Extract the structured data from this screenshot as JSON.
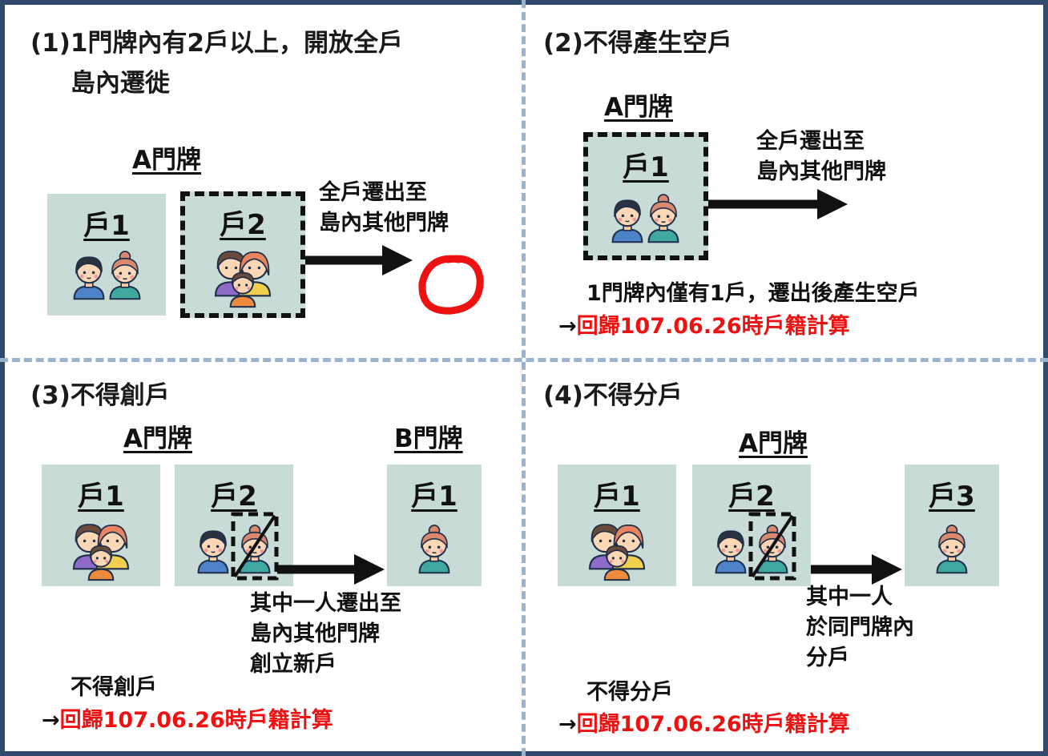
{
  "panel1": {
    "title_line1": "(1)1門牌內有2戶以上，開放全戶",
    "title_line2": "島內遷徙",
    "plate": "A門牌",
    "box1_label": "戶1",
    "box2_label": "戶2",
    "move_line1": "全戶遷出至",
    "move_line2": "島內其他門牌"
  },
  "panel2": {
    "title": "(2)不得產生空戶",
    "plate": "A門牌",
    "box1_label": "戶1",
    "move_line1": "全戶遷出至",
    "move_line2": "島內其他門牌",
    "note": "1門牌內僅有1戶，遷出後產生空戶",
    "arrow_prefix": "→",
    "result": "回歸107.06.26時戶籍計算"
  },
  "panel3": {
    "title": "(3)不得創戶",
    "plate_a": "A門牌",
    "plate_b": "B門牌",
    "box1_label": "戶1",
    "box2_label": "戶2",
    "boxb_label": "戶1",
    "move_line1": "其中一人遷出至",
    "move_line2": "島內其他門牌",
    "move_line3": "創立新戶",
    "note": "不得創戶",
    "arrow_prefix": "→",
    "result": "回歸107.06.26時戶籍計算"
  },
  "panel4": {
    "title": "(4)不得分戶",
    "plate": "A門牌",
    "box1_label": "戶1",
    "box2_label": "戶2",
    "box3_label": "戶3",
    "move_line1": "其中一人",
    "move_line2": "於同門牌內",
    "move_line3": "分戶",
    "note": "不得分戶",
    "arrow_prefix": "→",
    "result": "回歸107.06.26時戶籍計算"
  },
  "colors": {
    "frame": "#2f4a6b",
    "divider": "#9ab3cf",
    "box": "#c9dbd6",
    "red": "#ee1111"
  }
}
